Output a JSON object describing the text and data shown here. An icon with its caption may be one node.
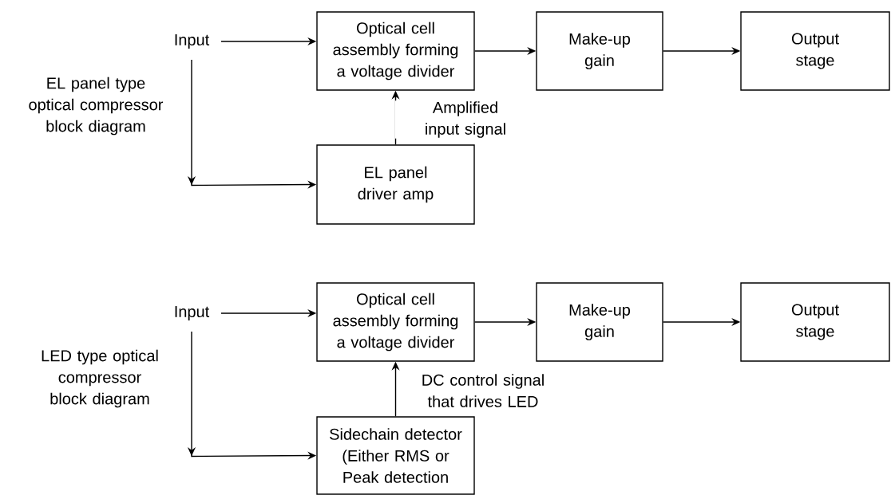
{
  "diagram": {
    "nodes": [
      {
        "text": [
          "Input"
        ]
      },
      {
        "text": [
          "Optical cell assembly forming a voltage divider"
        ]
      },
      {
        "text": [
          "Make-up gain"
        ]
      },
      {
        "text": [
          "Output stage"
        ]
      },
      {
        "text": [
          "EL panel driver amp"
        ]
      },
      {
        "text": [
          "Input"
        ]
      },
      {
        "text": [
          "Optical cell assembly forming a voltage divider"
        ]
      },
      {
        "text": [
          "Make-up gain"
        ]
      },
      {
        "text": [
          "Output stage"
        ]
      },
      {
        "text": [
          "Sidechain detector (Either RMS or Peak detection"
        ]
      }
    ],
    "edges": [
      {
        "from": 0,
        "to": 1,
        "arrow": "to"
      },
      {
        "from": 0,
        "to": 4,
        "arrow": "to"
      },
      {
        "from": 1,
        "to": 2,
        "arrow": "to"
      },
      {
        "from": 2,
        "to": 3,
        "arrow": "to"
      },
      {
        "from": 4,
        "to": 1,
        "arrow": "to",
        "label": "Amplified input signal"
      },
      {
        "from": 5,
        "to": 6,
        "arrow": "to"
      },
      {
        "from": 5,
        "to": 9,
        "arrow": "to"
      },
      {
        "from": 6,
        "to": 7,
        "arrow": "to"
      },
      {
        "from": 7,
        "to": 8,
        "arrow": "to"
      },
      {
        "from": 9,
        "to": 6,
        "arrow": "to",
        "label": "DC control signal that drives LED"
      }
    ],
    "labels": [
      "EL panel type optical compressor block diagram",
      "LED type optical compressor block diagram"
    ]
  }
}
